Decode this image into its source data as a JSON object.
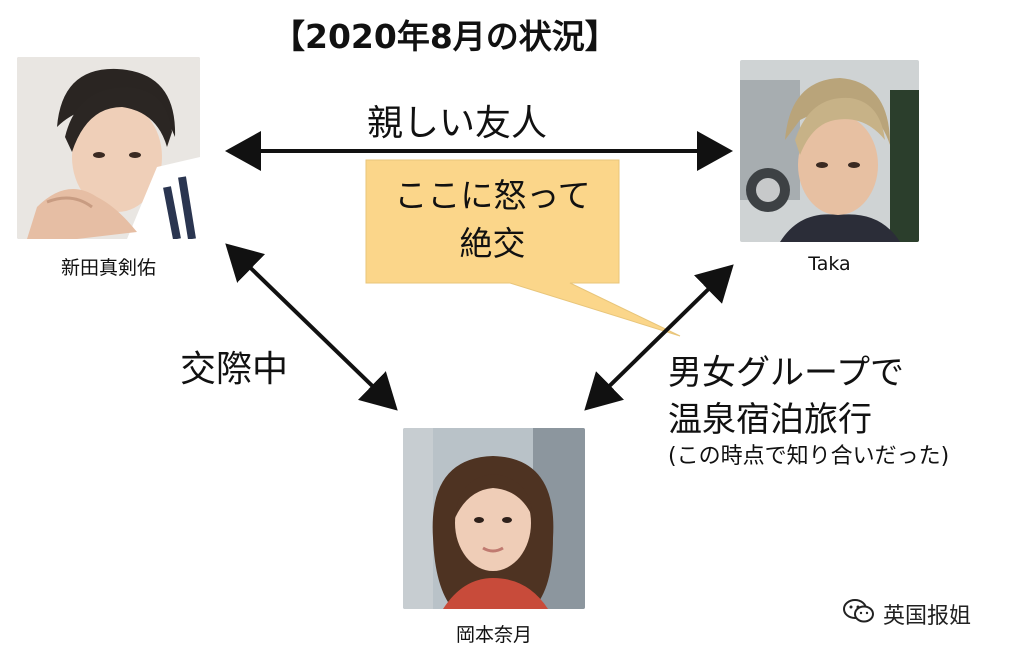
{
  "title": "【2020年8月の状況】",
  "people": {
    "top_left": {
      "name": "新田真剣佑"
    },
    "top_right": {
      "name": "Taka"
    },
    "bottom": {
      "name": "岡本奈月"
    }
  },
  "relations": {
    "top": "親しい友人",
    "left": "交際中",
    "right_line1": "男女グループで",
    "right_line2": "温泉宿泊旅行",
    "right_note": "(この時点で知り合いだった)"
  },
  "callout": {
    "line1": "ここに怒って",
    "line2": "絶交",
    "color": "#fbd68a"
  },
  "watermark": {
    "text": "英国报姐",
    "icon": "wechat-icon"
  },
  "colors": {
    "arrow": "#111111",
    "callout_fill": "#fbd68a"
  }
}
